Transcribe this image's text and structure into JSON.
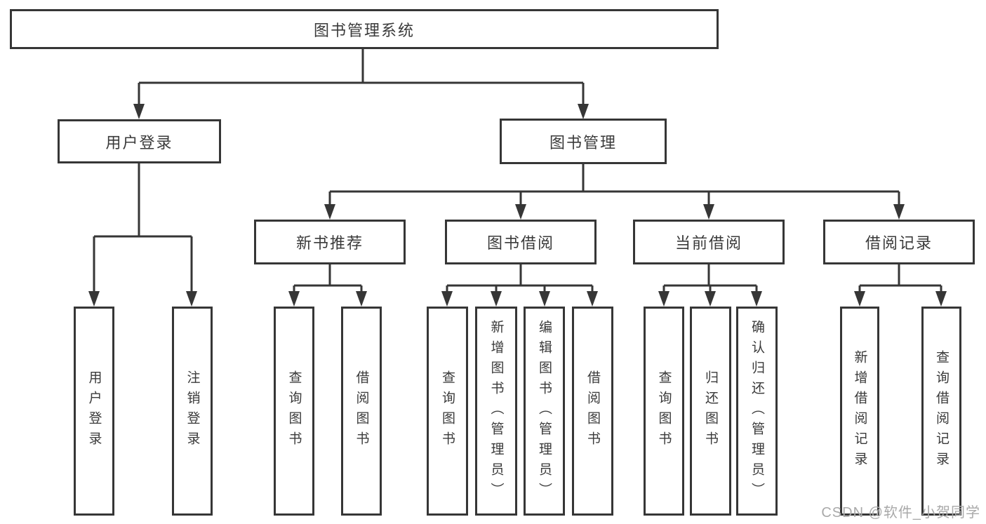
{
  "title": "图书管理系统",
  "watermark": "CSDN @软件_小贺同学",
  "colors": {
    "line": "#363636",
    "border": "#363636",
    "text": "#3a3a3a",
    "watermark": "#a9a9a9",
    "background": "#ffffff"
  },
  "nodes": {
    "root": {
      "label": "图书管理系统"
    },
    "user_login": {
      "label": "用户登录"
    },
    "book_mgmt": {
      "label": "图书管理"
    },
    "new_book_rec": {
      "label": "新书推荐"
    },
    "book_borrow": {
      "label": "图书借阅"
    },
    "current_borrow": {
      "label": "当前借阅"
    },
    "borrow_records": {
      "label": "借阅记录"
    },
    "leaf_user_login": {
      "label": "用户登录"
    },
    "leaf_logout": {
      "label": "注销登录"
    },
    "leaf_query_book_rec": {
      "label": "查询图书"
    },
    "leaf_borrow_book_rec": {
      "label": "借阅图书"
    },
    "leaf_query_book_borrow": {
      "label": "查询图书"
    },
    "leaf_add_book": {
      "label": "新增图书（管理员）"
    },
    "leaf_edit_book": {
      "label": "编辑图书（管理员）"
    },
    "leaf_borrow_book": {
      "label": "借阅图书"
    },
    "leaf_query_book_current": {
      "label": "查询图书"
    },
    "leaf_return_book": {
      "label": "归还图书"
    },
    "leaf_confirm_return": {
      "label": "确认归还（管理员）"
    },
    "leaf_add_record": {
      "label": "新增借阅记录"
    },
    "leaf_query_record": {
      "label": "查询借阅记录"
    }
  },
  "edges": [
    [
      "root",
      "user_login"
    ],
    [
      "root",
      "book_mgmt"
    ],
    [
      "user_login",
      "leaf_user_login"
    ],
    [
      "user_login",
      "leaf_logout"
    ],
    [
      "book_mgmt",
      "new_book_rec"
    ],
    [
      "book_mgmt",
      "book_borrow"
    ],
    [
      "book_mgmt",
      "current_borrow"
    ],
    [
      "book_mgmt",
      "borrow_records"
    ],
    [
      "new_book_rec",
      "leaf_query_book_rec"
    ],
    [
      "new_book_rec",
      "leaf_borrow_book_rec"
    ],
    [
      "book_borrow",
      "leaf_query_book_borrow"
    ],
    [
      "book_borrow",
      "leaf_add_book"
    ],
    [
      "book_borrow",
      "leaf_edit_book"
    ],
    [
      "book_borrow",
      "leaf_borrow_book"
    ],
    [
      "current_borrow",
      "leaf_query_book_current"
    ],
    [
      "current_borrow",
      "leaf_return_book"
    ],
    [
      "current_borrow",
      "leaf_confirm_return"
    ],
    [
      "borrow_records",
      "leaf_add_record"
    ],
    [
      "borrow_records",
      "leaf_query_record"
    ]
  ]
}
